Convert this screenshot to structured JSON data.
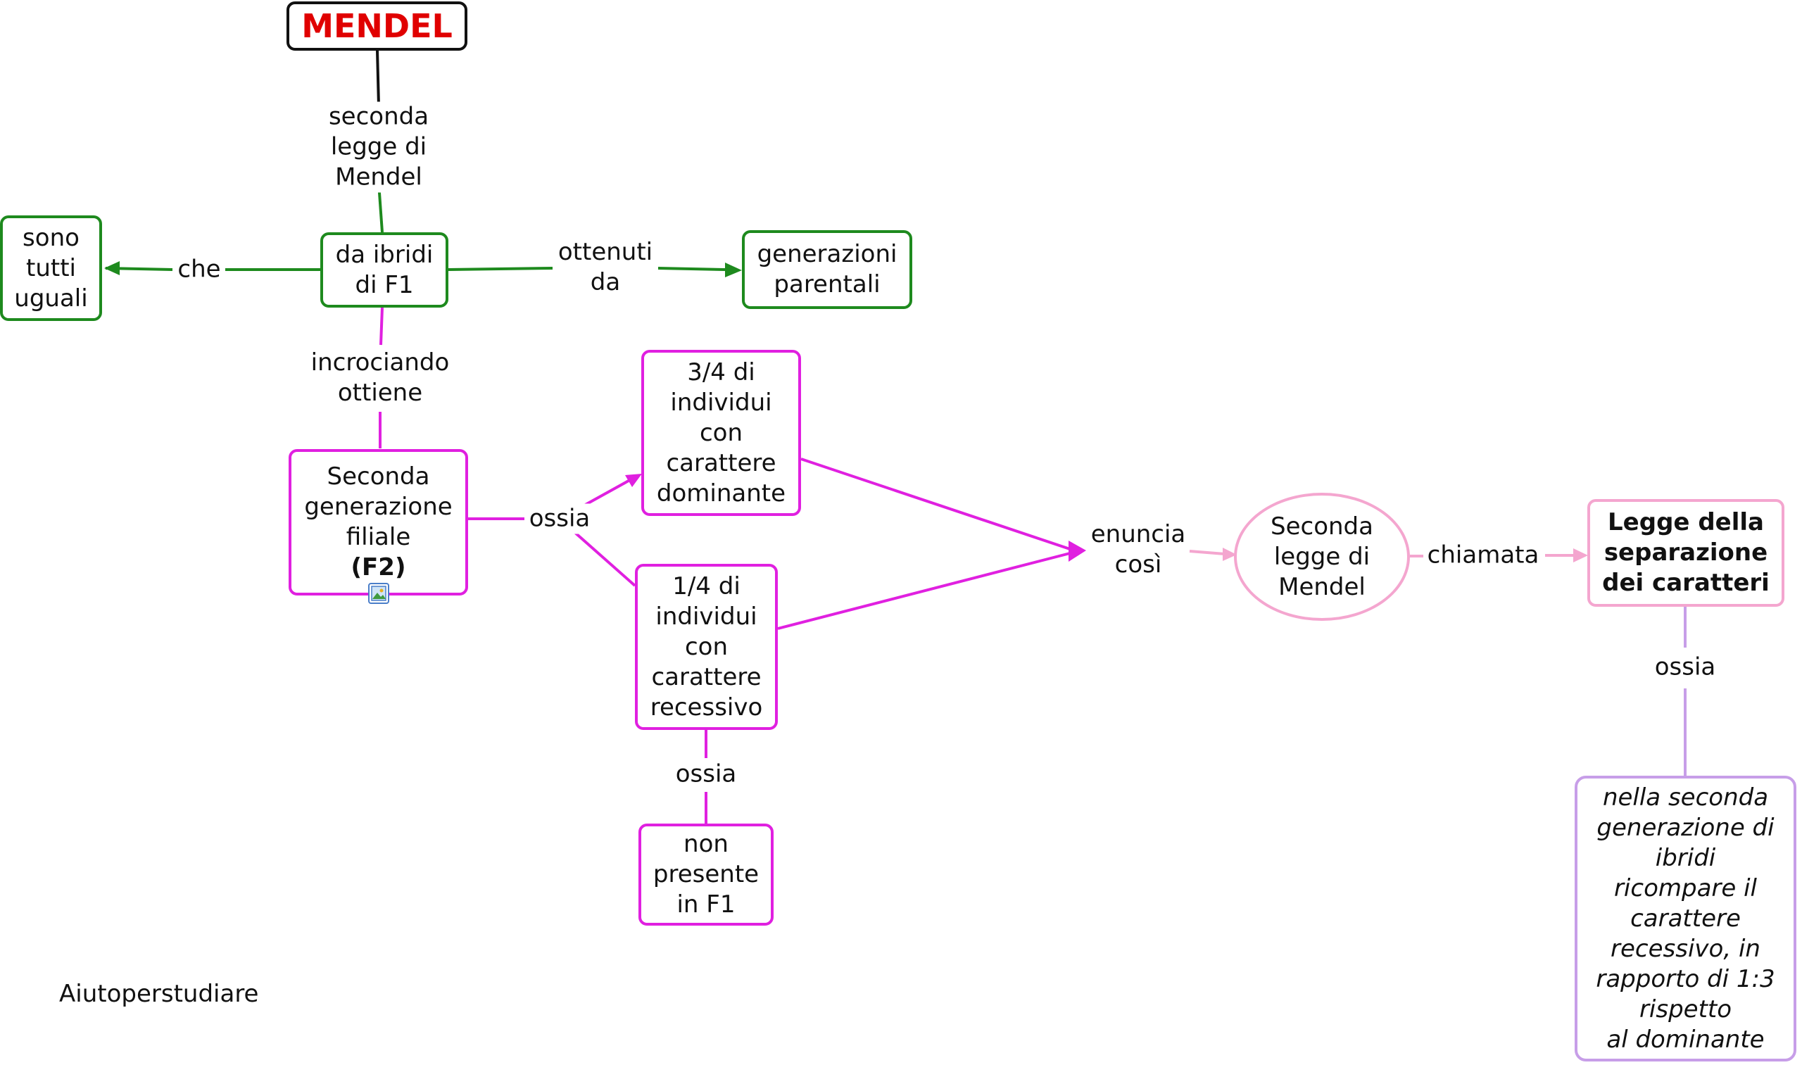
{
  "title": "MENDEL",
  "footer": "Aiutoperstudiare",
  "nodes": {
    "ibridi": "da ibridi\ndi F1",
    "uguali": "sono\ntutti\nuguali",
    "parentali": "generazioni\nparentali",
    "f2_line1": "Seconda\ngenerazione\nfiliale",
    "f2_line2": "(F2)",
    "dominante": "3/4 di\nindividui\ncon\ncarattere\ndominante",
    "recessivo": "1/4 di\nindividui\ncon\ncarattere\nrecessivo",
    "non_presente": "non\npresente\nin F1",
    "seconda_legge": "Seconda\nlegge di\nMendel",
    "legge_separazione": "Legge della\nseparazione\ndei caratteri",
    "definizione": "nella seconda\ngenerazione di\nibridi\nricompare il\ncarattere\nrecessivo, in\nrapporto di 1:3\nrispetto\nal dominante"
  },
  "links": {
    "seconda_legge": "seconda\nlegge di\nMendel",
    "che": "che",
    "ottenuti_da": "ottenuti\nda",
    "incrociando": "incrociando\nottiene",
    "ossia_f2": "ossia",
    "ossia_recessivo": "ossia",
    "enuncia": "enuncia\ncosì",
    "chiamata": "chiamata",
    "ossia_legge": "ossia"
  },
  "icons": {
    "f2_attachment": "image-icon"
  },
  "colors": {
    "green": "#1e8a1e",
    "magenta": "#e020e0",
    "pink": "#f4a6cf",
    "lilac": "#c79ee8",
    "title_red": "#e00000"
  }
}
